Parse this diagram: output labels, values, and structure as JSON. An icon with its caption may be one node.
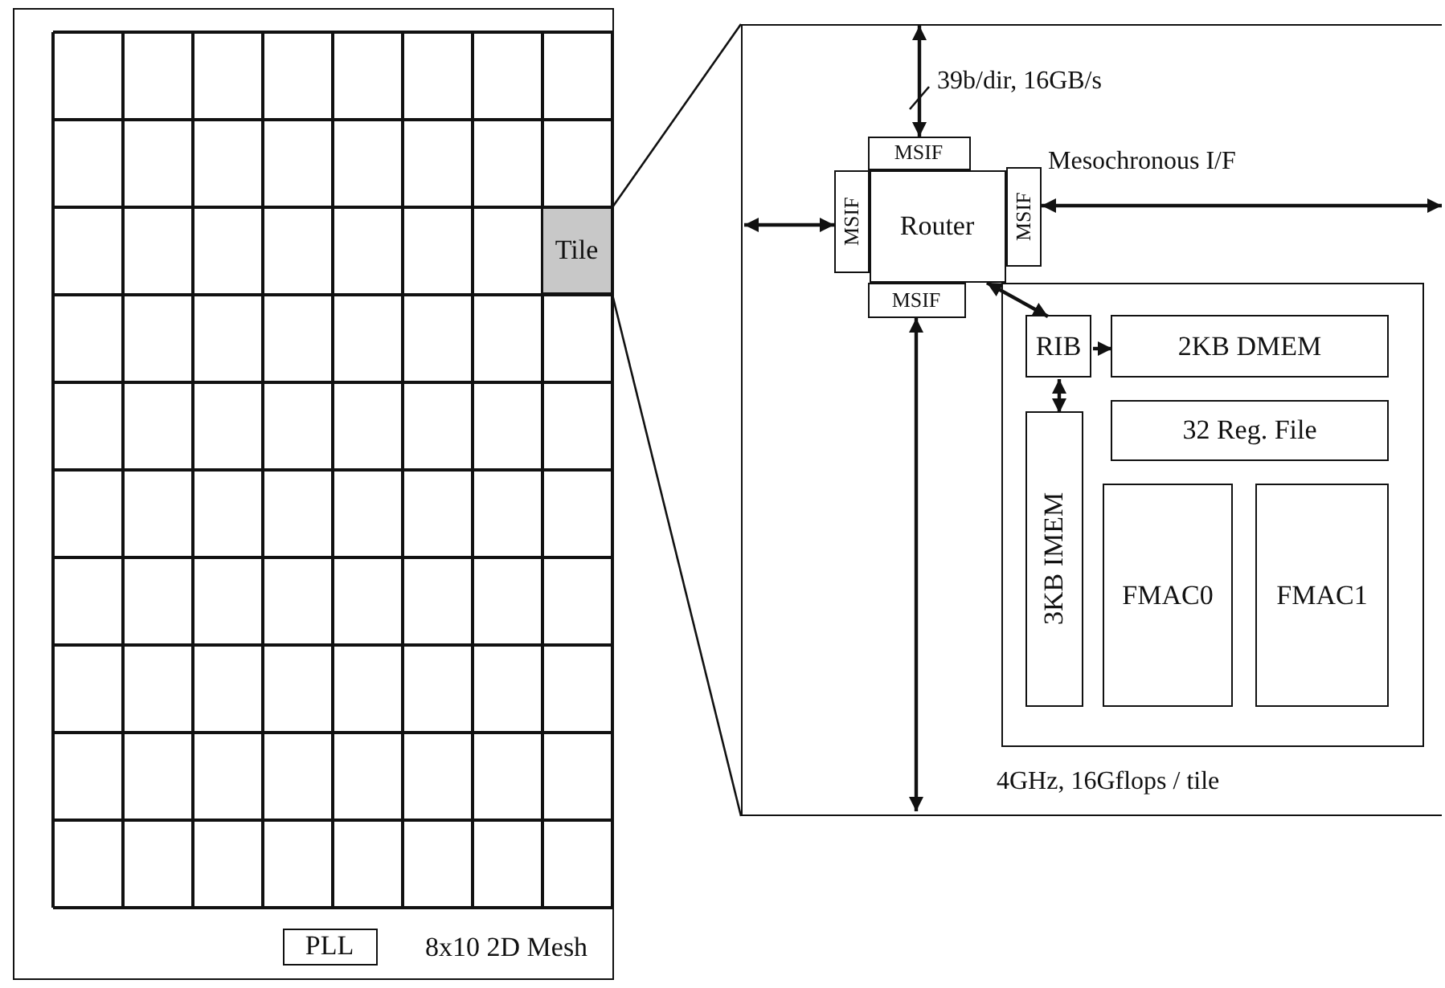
{
  "diagram": {
    "nodes": [
      {
        "text": [
          "8x10 2D Mesh"
        ]
      },
      {
        "text": [
          "Tile"
        ],
        "in": 0
      },
      {
        "text": [
          "PLL"
        ],
        "in": 0
      },
      {
        "text": [],
        "shape": "box"
      },
      {
        "text": [
          "Router"
        ],
        "in": 3
      },
      {
        "text": [
          "MSIF"
        ],
        "in": 3
      },
      {
        "text": [
          "MSIF"
        ],
        "in": 3
      },
      {
        "text": [
          "MSIF"
        ],
        "in": 3
      },
      {
        "text": [
          "MSIF"
        ],
        "in": 3
      },
      {
        "text": [],
        "shape": "box",
        "in": 3
      },
      {
        "text": [
          "RIB"
        ],
        "in": 9
      },
      {
        "text": [
          "2KB DMEM"
        ],
        "in": 9
      },
      {
        "text": [
          "32 Reg. File"
        ],
        "in": 9
      },
      {
        "text": [
          "3KB IMEM"
        ],
        "in": 9
      },
      {
        "text": [
          "FMAC0"
        ],
        "in": 9
      },
      {
        "text": [
          "FMAC1"
        ],
        "in": 9
      }
    ],
    "edges": [
      {
        "from": 1,
        "to": 3,
        "arrow": "none"
      },
      {
        "from": 1,
        "to": 3,
        "arrow": "none"
      },
      {
        "from": null,
        "to": 5,
        "arrow": "both",
        "label": "39b/dir, 16GB/s"
      },
      {
        "from": null,
        "to": 6,
        "arrow": "both"
      },
      {
        "from": 7,
        "to": null,
        "arrow": "both"
      },
      {
        "from": 8,
        "to": null,
        "arrow": "both"
      },
      {
        "from": 4,
        "to": 10,
        "arrow": "both"
      },
      {
        "from": 10,
        "to": 11,
        "arrow": "to"
      },
      {
        "from": 10,
        "to": 13,
        "arrow": "both"
      }
    ],
    "labels": [
      "Mesochronous I/F",
      "4GHz, 16Gflops / tile"
    ]
  }
}
